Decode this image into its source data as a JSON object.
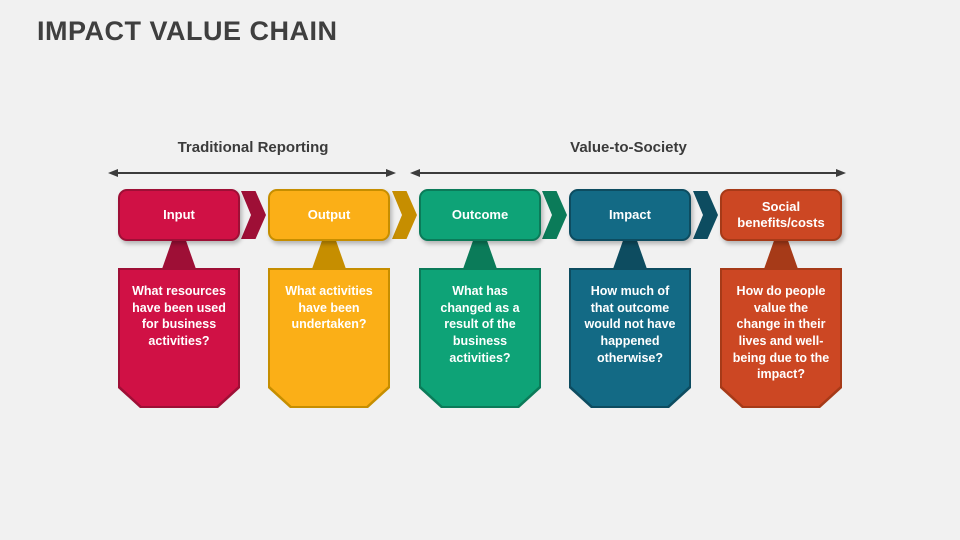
{
  "slide": {
    "title": "IMPACT VALUE CHAIN",
    "background_color": "#F1F1F1",
    "title_color": "#3F3F3F",
    "arrow_color": "#3C3C3C"
  },
  "sections": [
    {
      "label": "Traditional Reporting"
    },
    {
      "label": "Value-to-Society"
    }
  ],
  "columns": [
    {
      "header": "Input",
      "description": "What resources have been used for business activities?",
      "fill": "#D01145",
      "dark": "#9E0F36"
    },
    {
      "header": "Output",
      "description": "What activities have been undertaken?",
      "fill": "#FBAF17",
      "dark": "#C68E00"
    },
    {
      "header": "Outcome",
      "description": "What has changed as a result of the business activities?",
      "fill": "#0EA377",
      "dark": "#0B7B59"
    },
    {
      "header": "Impact",
      "description": "How much of that outcome would not have happened otherwise?",
      "fill": "#136A85",
      "dark": "#0D4C60"
    },
    {
      "header": "Social benefits/costs",
      "description": "How do people value the change in their lives and well-being due to the impact?",
      "fill": "#CC4723",
      "dark": "#A63A18"
    }
  ]
}
